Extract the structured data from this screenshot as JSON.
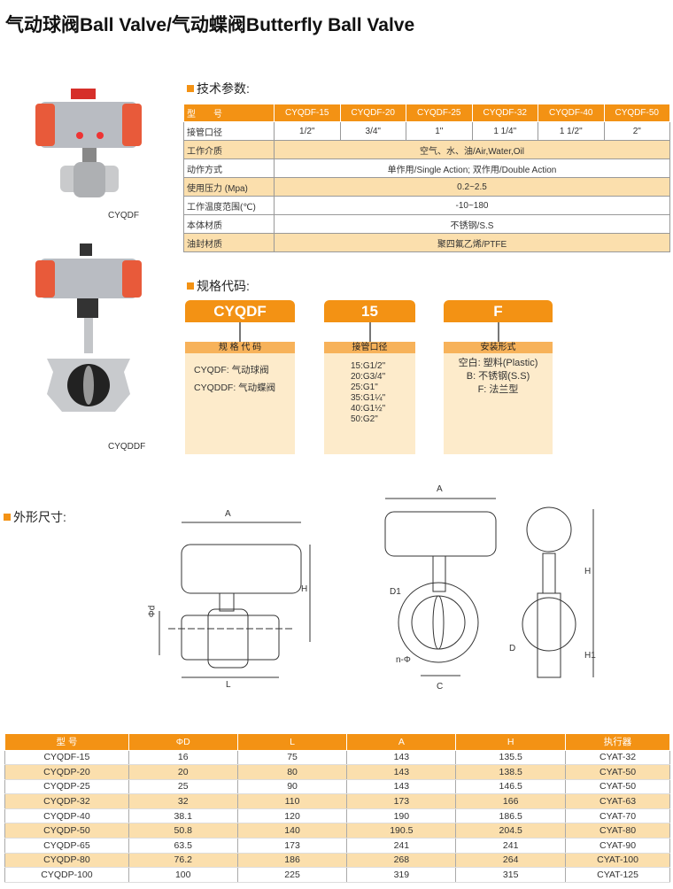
{
  "title": "气动球阀Ball Valve/气动蝶阀Butterfly Ball Valve",
  "spec_section": "技术参数:",
  "code_section": "规格代码:",
  "dims_section": "外形尺寸:",
  "products": [
    {
      "caption": "CYQDF"
    },
    {
      "caption": "CYQDDF"
    }
  ],
  "spec": {
    "header": [
      "型　　号",
      "CYQDF-15",
      "CYQDF-20",
      "CYQDF-25",
      "CYQDF-32",
      "CYQDF-40",
      "CYQDF-50"
    ],
    "sizes_label": "接管口径",
    "sizes": [
      "1/2\"",
      "3/4\"",
      "1\"",
      "1 1/4\"",
      "1 1/2\"",
      "2\""
    ],
    "rows": [
      {
        "label": "工作介质",
        "value": "空气、水、油/Air,Water,Oil"
      },
      {
        "label": "动作方式",
        "value": "单作用/Single Action; 双作用/Double Action"
      },
      {
        "label": "使用压力 (Mpa)",
        "value": "0.2~2.5"
      },
      {
        "label": "工作温度范围(℃)",
        "value": "-10~180"
      },
      {
        "label": "本体材质",
        "value": "不锈钢/S.S"
      },
      {
        "label": "油封材质",
        "value": "聚四氟乙烯/PTFE"
      }
    ]
  },
  "codes": [
    {
      "code": "CYQDF",
      "label": "规 格 代 码",
      "items": [
        "CYQDF: 气动球阀",
        "CYQDDF: 气动蝶阀"
      ]
    },
    {
      "code": "15",
      "label": "接管口径",
      "items": [
        "15:G1/2\"",
        "20:G3/4\"",
        "25:G1\"",
        "35:G1¼\"",
        "40:G1½\"",
        "50:G2\""
      ]
    },
    {
      "code": "F",
      "label": "安装形式",
      "items": [
        "空白: 塑料(Plastic)",
        "B: 不锈钢(S.S)",
        "F: 法兰型"
      ]
    }
  ],
  "drawing_labels": {
    "A": "A",
    "H": "H",
    "L": "L",
    "phiD": "Φd",
    "D1": "D1",
    "D": "D",
    "C": "C",
    "H1": "H1",
    "n": "n-Φ"
  },
  "dims": {
    "header": [
      "型 号",
      "ΦD",
      "L",
      "A",
      "H",
      "执行器"
    ],
    "rows": [
      [
        "CYQDF-15",
        "16",
        "75",
        "143",
        "135.5",
        "CYAT-32"
      ],
      [
        "CYQDP-20",
        "20",
        "80",
        "143",
        "138.5",
        "CYAT-50"
      ],
      [
        "CYQDP-25",
        "25",
        "90",
        "143",
        "146.5",
        "CYAT-50"
      ],
      [
        "CYQDP-32",
        "32",
        "110",
        "173",
        "166",
        "CYAT-63"
      ],
      [
        "CYQDP-40",
        "38.1",
        "120",
        "190",
        "186.5",
        "CYAT-70"
      ],
      [
        "CYQDP-50",
        "50.8",
        "140",
        "190.5",
        "204.5",
        "CYAT-80"
      ],
      [
        "CYQDP-65",
        "63.5",
        "173",
        "241",
        "241",
        "CYAT-90"
      ],
      [
        "CYQDP-80",
        "76.2",
        "186",
        "268",
        "264",
        "CYAT-100"
      ],
      [
        "CYQDP-100",
        "100",
        "225",
        "319",
        "315",
        "CYAT-125"
      ]
    ]
  },
  "colors": {
    "accent": "#f39214",
    "band": "#fbdfad"
  }
}
